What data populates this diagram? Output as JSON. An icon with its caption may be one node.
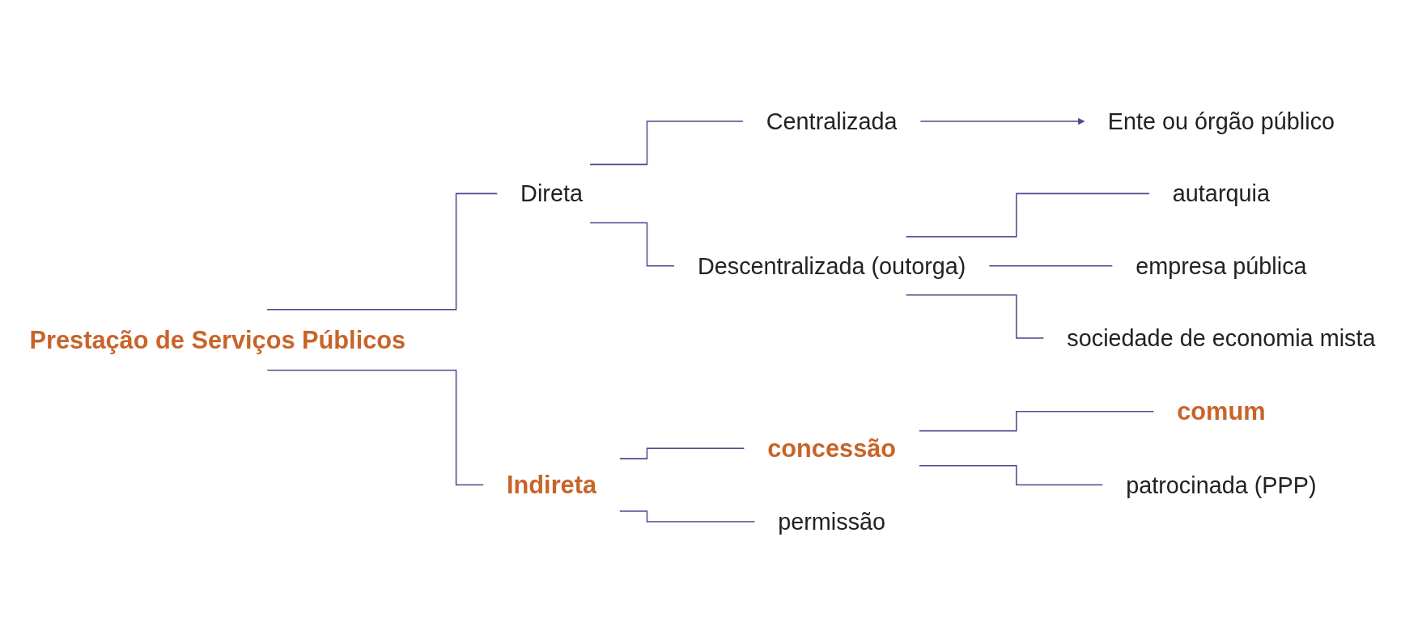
{
  "diagram": {
    "nodes": [
      {
        "text": [
          "Prestação de Serviços Públicos"
        ]
      },
      {
        "text": [
          "Direta"
        ]
      },
      {
        "text": [
          "Indireta"
        ]
      },
      {
        "text": [
          "Centralizada"
        ]
      },
      {
        "text": [
          "Descentralizada (outorga)"
        ]
      },
      {
        "text": [
          "Ente ou órgão público"
        ]
      },
      {
        "text": [
          "autarquia"
        ]
      },
      {
        "text": [
          "empresa pública"
        ]
      },
      {
        "text": [
          "sociedade de economia mista"
        ]
      },
      {
        "text": [
          "concessão"
        ]
      },
      {
        "text": [
          "permissão"
        ]
      },
      {
        "text": [
          "comum"
        ]
      },
      {
        "text": [
          "patrocinada (PPP)"
        ]
      }
    ],
    "edges": [
      {
        "from": 0,
        "to": 1,
        "arrow": "none"
      },
      {
        "from": 0,
        "to": 2,
        "arrow": "none"
      },
      {
        "from": 1,
        "to": 3,
        "arrow": "none"
      },
      {
        "from": 1,
        "to": 4,
        "arrow": "none"
      },
      {
        "from": 3,
        "to": 5,
        "arrow": "to"
      },
      {
        "from": 4,
        "to": 6,
        "arrow": "none"
      },
      {
        "from": 4,
        "to": 7,
        "arrow": "none"
      },
      {
        "from": 4,
        "to": 8,
        "arrow": "none"
      },
      {
        "from": 2,
        "to": 9,
        "arrow": "none"
      },
      {
        "from": 2,
        "to": 10,
        "arrow": "none"
      },
      {
        "from": 9,
        "to": 11,
        "arrow": "none"
      },
      {
        "from": 9,
        "to": 12,
        "arrow": "none"
      }
    ]
  }
}
